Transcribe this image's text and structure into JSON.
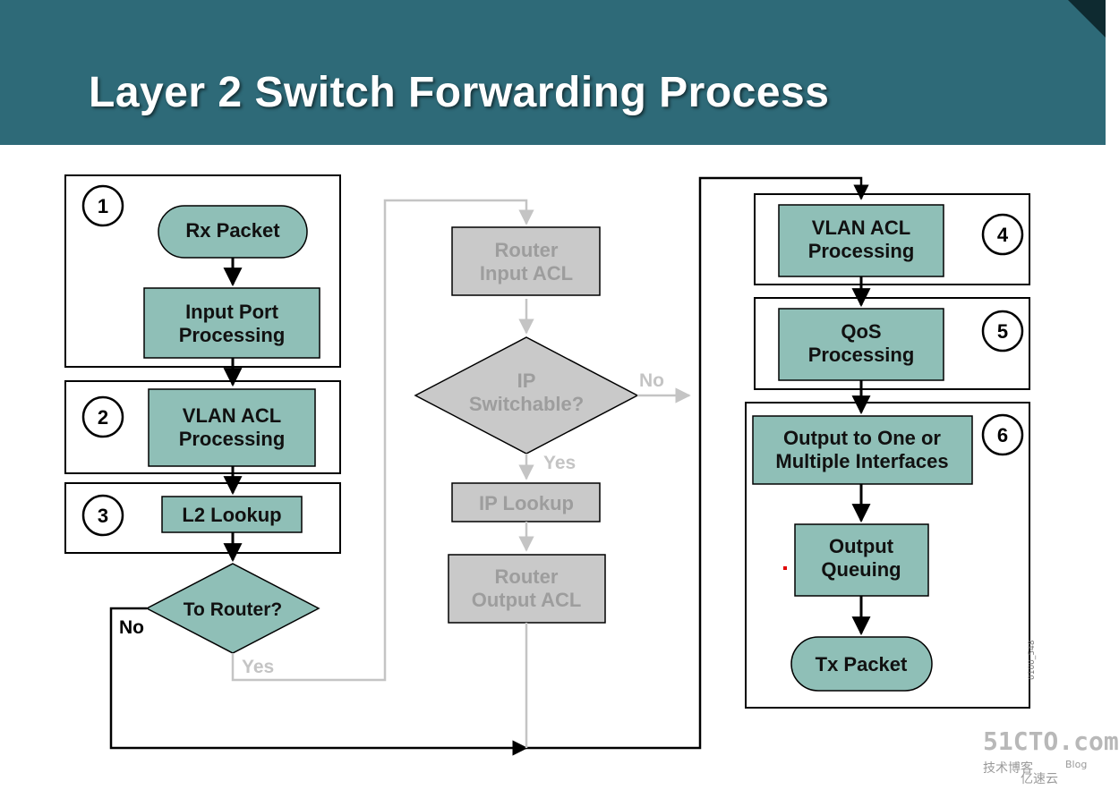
{
  "title": "Layer 2 Switch Forwarding Process",
  "colors": {
    "header": "#2e6a78",
    "box_fill": "#8fbfb7",
    "gray_fill": "#c9c9c9",
    "gray_text": "#9d9d9d",
    "active_line": "#000000",
    "inactive_line": "#c4c4c4"
  },
  "steps": {
    "s1": "1",
    "s2": "2",
    "s3": "3",
    "s4": "4",
    "s5": "5",
    "s6": "6"
  },
  "nodes": {
    "rx_packet": "Rx Packet",
    "input_port_1": "Input Port",
    "input_port_2": "Processing",
    "vlan_acl_in_1": "VLAN ACL",
    "vlan_acl_in_2": "Processing",
    "l2_lookup": "L2 Lookup",
    "to_router": "To Router?",
    "router_input_acl_1": "Router",
    "router_input_acl_2": "Input ACL",
    "ip_switchable_1": "IP",
    "ip_switchable_2": "Switchable?",
    "ip_lookup": "IP Lookup",
    "router_output_acl_1": "Router",
    "router_output_acl_2": "Output ACL",
    "vlan_acl_out_1": "VLAN ACL",
    "vlan_acl_out_2": "Processing",
    "qos_1": "QoS",
    "qos_2": "Processing",
    "output_if_1": "Output to One or",
    "output_if_2": "Multiple Interfaces",
    "output_queuing_1": "Output",
    "output_queuing_2": "Queuing",
    "tx_packet": "Tx Packet"
  },
  "labels": {
    "no_left": "No",
    "yes_router": "Yes",
    "no_switchable": "No",
    "yes_switchable": "Yes"
  },
  "figure_id": "0100_548",
  "watermark": {
    "brand": "51CTO.com",
    "sub": "技术博客",
    "blog": "Blog",
    "brand2": "亿速云"
  }
}
